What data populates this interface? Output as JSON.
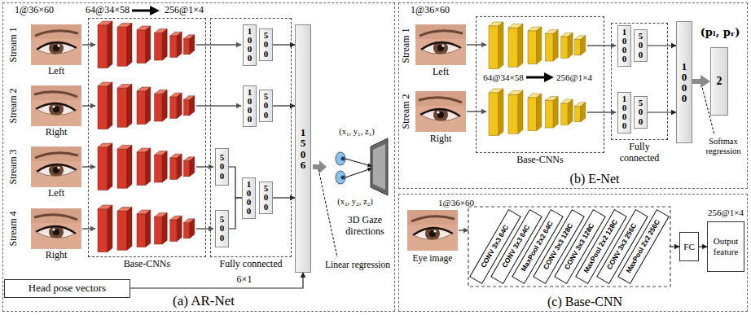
{
  "diagram": {
    "nodes": [
      {
        "text": [
          "(a) AR-Net"
        ]
      },
      {
        "text": [
          "Base-CNNs"
        ],
        "in": 0
      },
      {
        "text": [
          "Fully connected"
        ],
        "in": 0
      },
      {
        "text": [
          "1000"
        ],
        "in": 2
      },
      {
        "text": [
          "500"
        ],
        "in": 2
      },
      {
        "text": [
          "1000"
        ],
        "in": 2
      },
      {
        "text": [
          "500"
        ],
        "in": 2
      },
      {
        "text": [
          "500"
        ],
        "in": 2
      },
      {
        "text": [
          "500"
        ],
        "in": 2
      },
      {
        "text": [
          "1000"
        ],
        "in": 2
      },
      {
        "text": [
          "500"
        ],
        "in": 2
      },
      {
        "text": [
          "1506"
        ],
        "in": 0
      },
      {
        "text": [
          "Head pose vectors"
        ],
        "in": 0
      },
      {
        "text": [
          "(b) E-Net"
        ]
      },
      {
        "text": [
          "Base-CNNs"
        ],
        "in": 13
      },
      {
        "text": [
          "Fully connected"
        ],
        "in": 13
      },
      {
        "text": [
          "1000"
        ],
        "in": 15
      },
      {
        "text": [
          "500"
        ],
        "in": 15
      },
      {
        "text": [
          "1000"
        ],
        "in": 15
      },
      {
        "text": [
          "500"
        ],
        "in": 15
      },
      {
        "text": [
          "1000"
        ],
        "in": 13
      },
      {
        "text": [
          "2"
        ],
        "in": 13
      },
      {
        "text": [
          "(c) Base-CNN"
        ]
      },
      {
        "text": [
          "CONV 3x3 64C"
        ],
        "in": 22
      },
      {
        "text": [
          "CONV 3x3 64C"
        ],
        "in": 22
      },
      {
        "text": [
          "MaxPool 2x2 64C"
        ],
        "in": 22
      },
      {
        "text": [
          "CONV 3x3 128C"
        ],
        "in": 22
      },
      {
        "text": [
          "CONV 3x3 128C"
        ],
        "in": 22
      },
      {
        "text": [
          "MaxPool 2x2 128C"
        ],
        "in": 22
      },
      {
        "text": [
          "CONV 3x3 256C"
        ],
        "in": 22
      },
      {
        "text": [
          "MaxPool 2x2 256C"
        ],
        "in": 22
      },
      {
        "text": [
          "FC"
        ],
        "in": 22
      },
      {
        "text": [
          "Output feature"
        ],
        "in": 22
      }
    ],
    "edges": [
      {
        "from": 4,
        "to": 11,
        "arrow": "to"
      },
      {
        "from": 6,
        "to": 11,
        "arrow": "to"
      },
      {
        "from": 7,
        "to": 9,
        "arrow": "none"
      },
      {
        "from": 8,
        "to": 9,
        "arrow": "none"
      },
      {
        "from": 10,
        "to": 11,
        "arrow": "to"
      },
      {
        "from": 12,
        "to": 11,
        "arrow": "to"
      },
      {
        "from": 17,
        "to": 20,
        "arrow": "to"
      },
      {
        "from": 19,
        "to": 20,
        "arrow": "to"
      },
      {
        "from": 20,
        "to": 21,
        "arrow": "to"
      },
      {
        "from": 30,
        "to": 31,
        "arrow": "to"
      },
      {
        "from": 31,
        "to": 32,
        "arrow": "to"
      }
    ],
    "labels": [
      "1@36×60",
      "64@34×58",
      "256@1×4",
      "Stream 1",
      "Left",
      "Stream 2",
      "Right",
      "Stream 3",
      "Left",
      "Stream 4",
      "Right",
      "(x₁, y₁, z₁)",
      "(x₂, y₂, z₂)",
      "3D Gaze directions",
      "Linear regression",
      "6×1",
      "1@36×60",
      "Stream 1",
      "Left",
      "Stream 2",
      "Right",
      "64@34×58",
      "256@1×4",
      "(pₗ, pᵣ)",
      "Softmax regression",
      "1@36×60",
      "256@1×4",
      "Eye image"
    ]
  }
}
